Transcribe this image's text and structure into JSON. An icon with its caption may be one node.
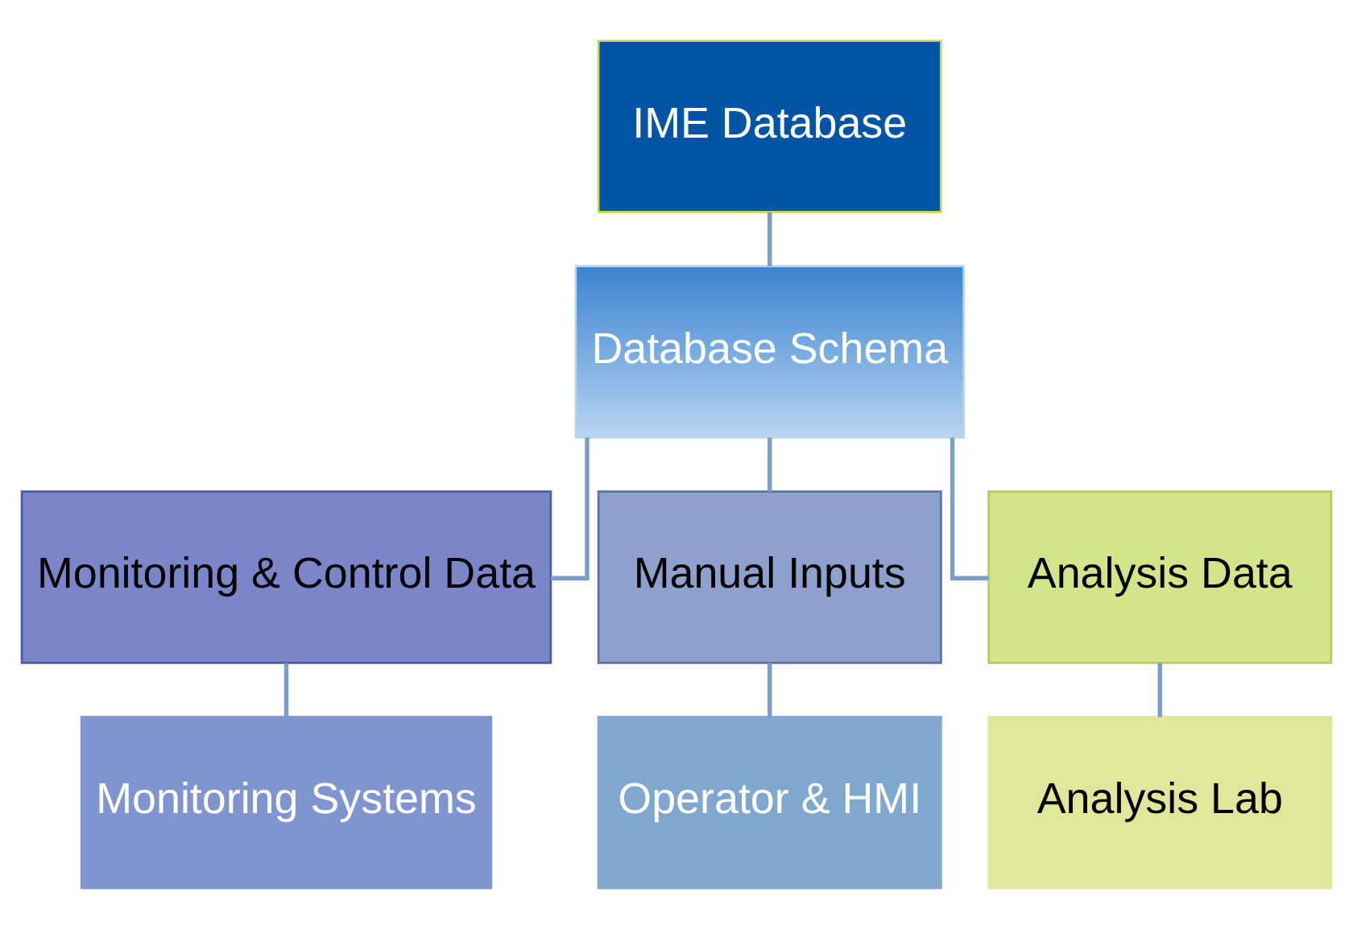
{
  "diagram": {
    "nodes": [
      {
        "text": [
          "IME Database"
        ]
      },
      {
        "text": [
          "Database Schema"
        ]
      },
      {
        "text": [
          "Monitoring & Control Data"
        ]
      },
      {
        "text": [
          "Manual Inputs"
        ]
      },
      {
        "text": [
          "Analysis Data"
        ]
      },
      {
        "text": [
          "Monitoring Systems"
        ]
      },
      {
        "text": [
          "Operator & HMI"
        ]
      },
      {
        "text": [
          "Analysis Lab"
        ]
      }
    ],
    "edges": [
      {
        "from": 0,
        "to": 1,
        "arrow": "none"
      },
      {
        "from": 1,
        "to": 2,
        "arrow": "none"
      },
      {
        "from": 1,
        "to": 3,
        "arrow": "none"
      },
      {
        "from": 1,
        "to": 4,
        "arrow": "none"
      },
      {
        "from": 2,
        "to": 5,
        "arrow": "none"
      },
      {
        "from": 3,
        "to": 6,
        "arrow": "none"
      },
      {
        "from": 4,
        "to": 7,
        "arrow": "none"
      }
    ]
  }
}
